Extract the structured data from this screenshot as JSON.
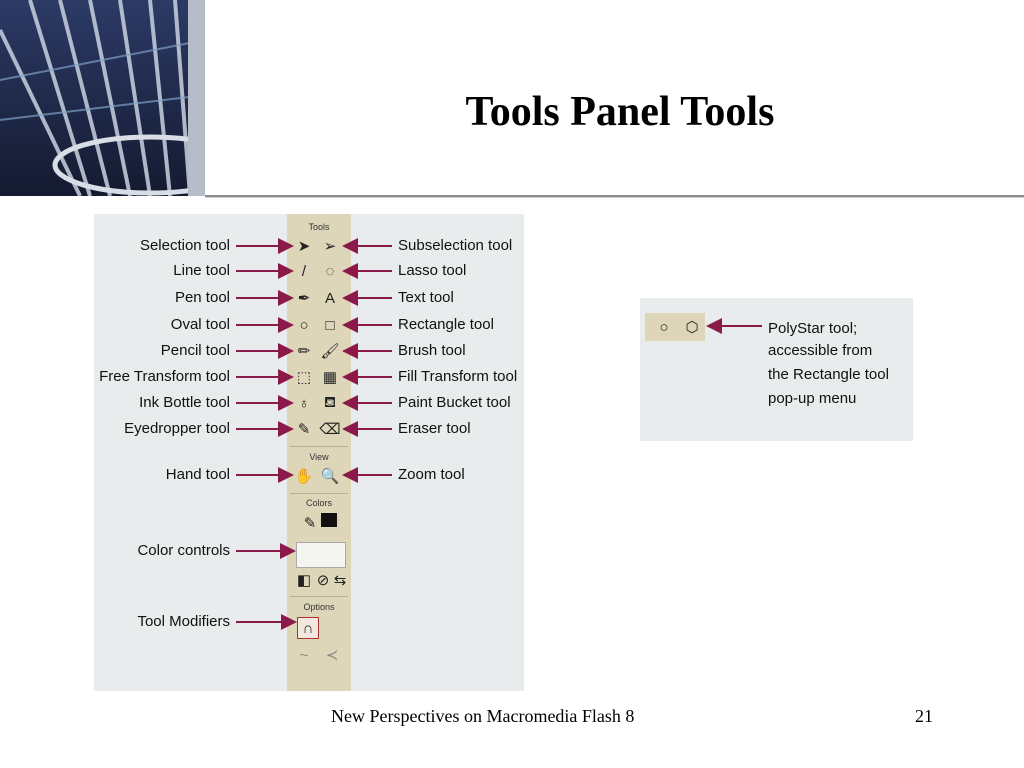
{
  "title": "Tools Panel Tools",
  "palette": {
    "sections": [
      "Tools",
      "View",
      "Colors",
      "Options"
    ]
  },
  "left_labels": [
    "Selection tool",
    "Line tool",
    "Pen tool",
    "Oval tool",
    "Pencil tool",
    "Free Transform tool",
    "Ink Bottle tool",
    "Eyedropper tool",
    "Hand tool",
    "Color controls",
    "Tool Modifiers"
  ],
  "right_labels": [
    "Subselection tool",
    "Lasso tool",
    "Text tool",
    "Rectangle tool",
    "Brush tool",
    "Fill Transform tool",
    "Paint Bucket tool",
    "Eraser tool",
    "Zoom tool"
  ],
  "polystar": {
    "lines": [
      "PolyStar tool;",
      "accessible from",
      "the Rectangle tool",
      "pop-up menu"
    ]
  },
  "footer": {
    "text": "New Perspectives on Macromedia Flash 8",
    "page": "21"
  },
  "colors": {
    "arrow": "#8b1a4a",
    "palette_bg": "#ddd6b8",
    "figure_bg": "#e9ecec"
  }
}
